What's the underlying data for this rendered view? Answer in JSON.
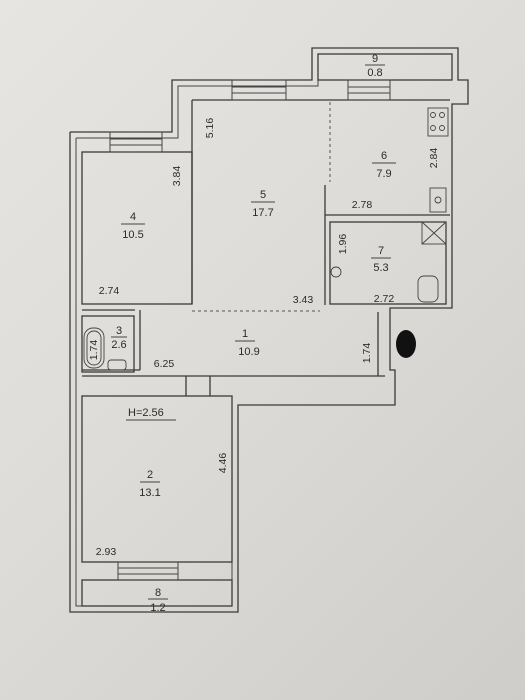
{
  "plan": {
    "ceiling_height": "H=2.56",
    "rooms": [
      {
        "id": "room-1",
        "number": "1",
        "area": "10.9"
      },
      {
        "id": "room-2",
        "number": "2",
        "area": "13.1"
      },
      {
        "id": "room-3",
        "number": "3",
        "area": "2.6"
      },
      {
        "id": "room-4",
        "number": "4",
        "area": "10.5"
      },
      {
        "id": "room-5",
        "number": "5",
        "area": "17.7"
      },
      {
        "id": "room-6",
        "number": "6",
        "area": "7.9"
      },
      {
        "id": "room-7",
        "number": "7",
        "area": "5.3"
      },
      {
        "id": "room-8",
        "number": "8",
        "area": "1.2"
      },
      {
        "id": "room-9",
        "number": "9",
        "area": "0.8"
      }
    ],
    "dimensions": {
      "d_516": "5.16",
      "d_384": "3.84",
      "d_284": "2.84",
      "d_278": "2.78",
      "d_196": "1.96",
      "d_274": "2.74",
      "d_343": "3.43",
      "d_272": "2.72",
      "d_174_bath": "1.74",
      "d_174_hall": "1.74",
      "d_625": "6.25",
      "d_446": "4.46",
      "d_293": "2.93"
    }
  }
}
